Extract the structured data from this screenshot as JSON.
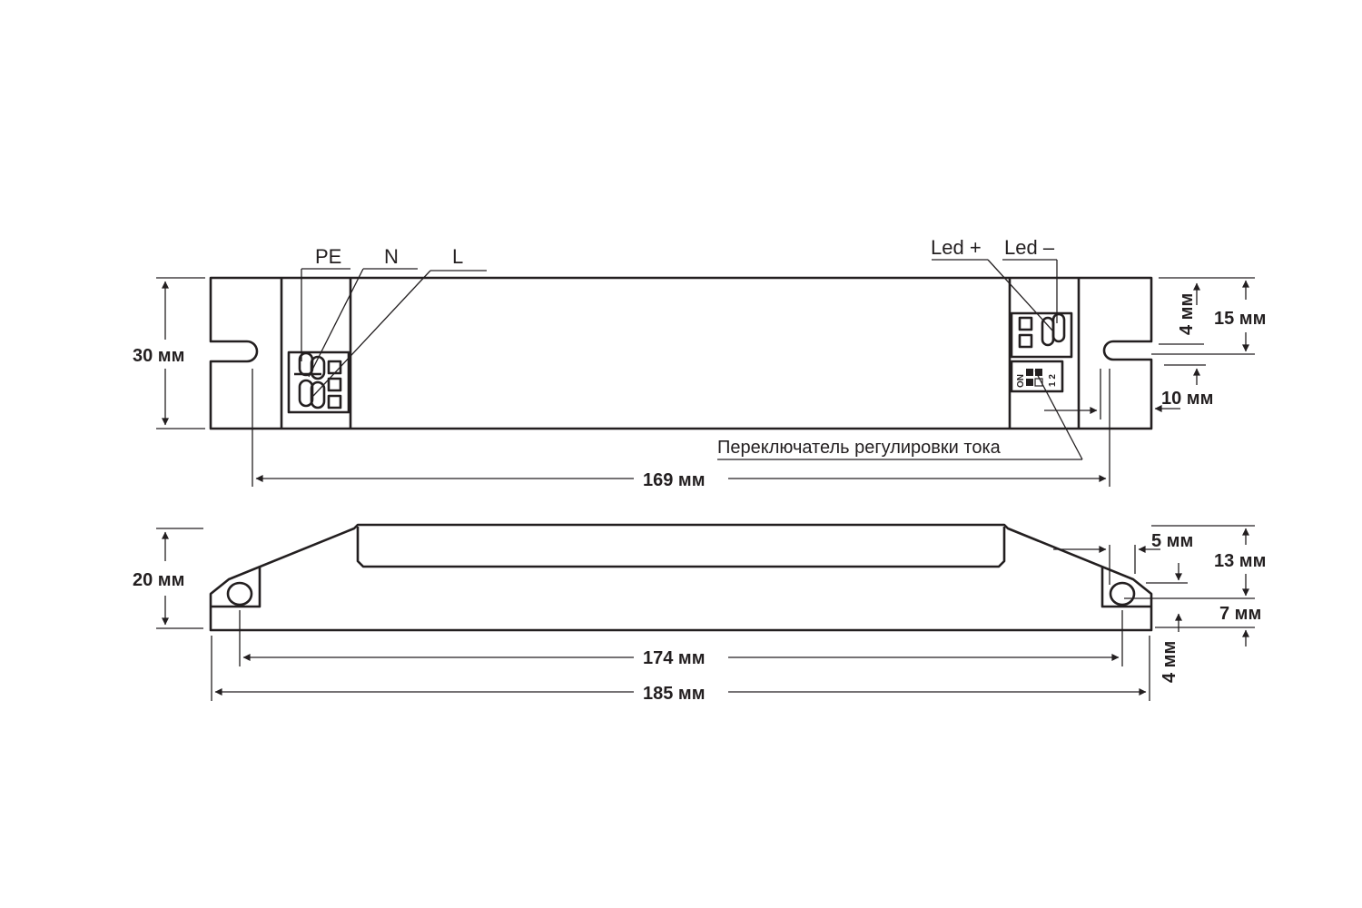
{
  "terminals": {
    "pe": "PE",
    "n": "N",
    "l": "L",
    "led_plus": "Led +",
    "led_minus": "Led –"
  },
  "dip_switch": {
    "on_label": "ON",
    "position_labels": "1 2"
  },
  "callout": {
    "current_switch": "Переключатель регулировки тока"
  },
  "dimensions": {
    "height_total": "30 мм",
    "mount_distance": "169 мм",
    "right_tab_height": "15 мм",
    "slot_offset": "4 мм",
    "slot_depth": "10 мм",
    "side_height": "20 мм",
    "hole_spacing": "174 мм",
    "total_length": "185 мм",
    "tab_width": "5 мм",
    "upper_height": "13 мм",
    "hole_height": "7 мм",
    "base_offset": "4 мм"
  }
}
